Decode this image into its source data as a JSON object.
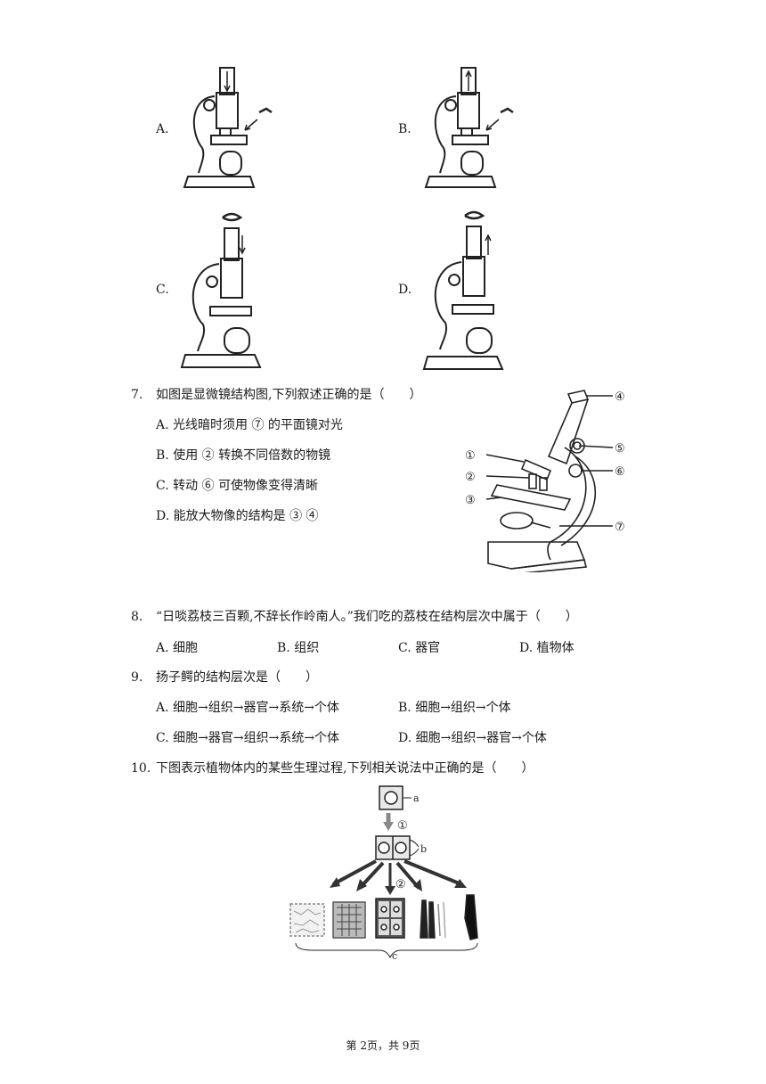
{
  "q6": {
    "options": [
      {
        "letter": "A."
      },
      {
        "letter": "B."
      },
      {
        "letter": "C."
      },
      {
        "letter": "D."
      }
    ]
  },
  "q7": {
    "number": "7.",
    "stem": "如图是显微镜结构图,下列叙述正确的是（　　）",
    "options": [
      {
        "letter": "A.",
        "text": "光线暗时须用 ⑦ 的平面镜对光"
      },
      {
        "letter": "B.",
        "text": "使用 ② 转换不同倍数的物镜"
      },
      {
        "letter": "C.",
        "text": "转动 ⑥ 可使物像变得清晰"
      },
      {
        "letter": "D.",
        "text": "能放大物像的结构是 ③ ④"
      }
    ],
    "figure_labels": [
      "①",
      "②",
      "③",
      "④",
      "⑤",
      "⑥",
      "⑦"
    ]
  },
  "q8": {
    "number": "8.",
    "stem": "“日啖荔枝三百颗,不辞长作岭南人。”我们吃的荔枝在结构层次中属于（　　）",
    "options": [
      {
        "letter": "A.",
        "text": "细胞"
      },
      {
        "letter": "B.",
        "text": "组织"
      },
      {
        "letter": "C.",
        "text": "器官"
      },
      {
        "letter": "D.",
        "text": "植物体"
      }
    ]
  },
  "q9": {
    "number": "9.",
    "stem": "扬子鳄的结构层次是（　　）",
    "options": [
      {
        "letter": "A.",
        "text": "细胞→组织→器官→系统→个体"
      },
      {
        "letter": "B.",
        "text": "细胞→组织→个体"
      },
      {
        "letter": "C.",
        "text": "细胞→器官→组织→系统→个体"
      },
      {
        "letter": "D.",
        "text": "细胞→组织→器官→个体"
      }
    ]
  },
  "q10": {
    "number": "10.",
    "stem": "下图表示植物体内的某些生理过程,下列相关说法中正确的是（　　）",
    "figure_labels": {
      "a": "a",
      "b": "b",
      "c": "c",
      "step1": "①",
      "step2": "②"
    }
  },
  "footer": {
    "page": "第 2页，共 9页"
  }
}
